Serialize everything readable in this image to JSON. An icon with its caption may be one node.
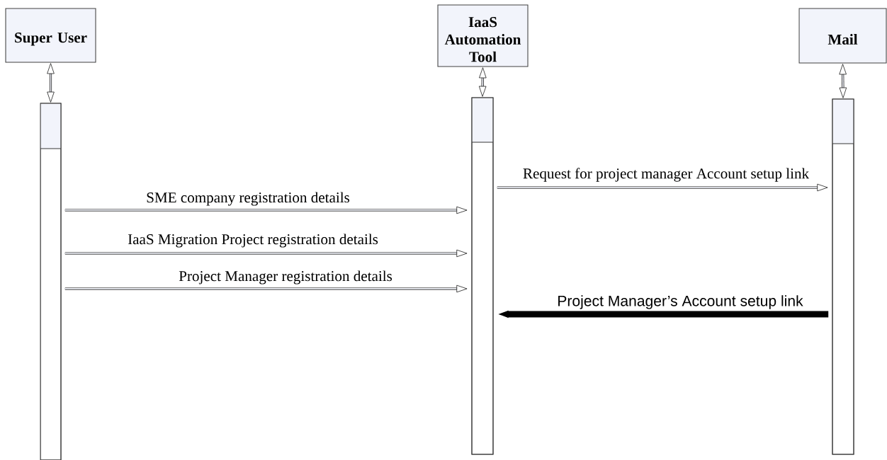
{
  "diagram": {
    "nodes": [
      {
        "text": [
          "Super User"
        ]
      },
      {
        "text": [
          "IaaS Automation Tool"
        ]
      },
      {
        "text": [
          "Mail"
        ]
      },
      {
        "text": [],
        "shape": "bar"
      },
      {
        "text": [],
        "shape": "bar"
      },
      {
        "text": [],
        "shape": "bar"
      }
    ],
    "edges": [
      {
        "from": 0,
        "to": 3,
        "arrow": "both"
      },
      {
        "from": 1,
        "to": 4,
        "arrow": "both"
      },
      {
        "from": 2,
        "to": 5,
        "arrow": "both"
      },
      {
        "from": 3,
        "to": 4,
        "arrow": "to",
        "label": "SME company registration details"
      },
      {
        "from": 3,
        "to": 4,
        "arrow": "to",
        "label": "IaaS Migration Project registration details"
      },
      {
        "from": 3,
        "to": 4,
        "arrow": "to",
        "label": "Project Manager registration details"
      },
      {
        "from": 4,
        "to": 5,
        "arrow": "to",
        "label": "Request for project manager Account setup link"
      },
      {
        "from": 5,
        "to": 4,
        "arrow": "to",
        "label": "Project Manager’s Account setup link",
        "style": "thick"
      }
    ]
  }
}
